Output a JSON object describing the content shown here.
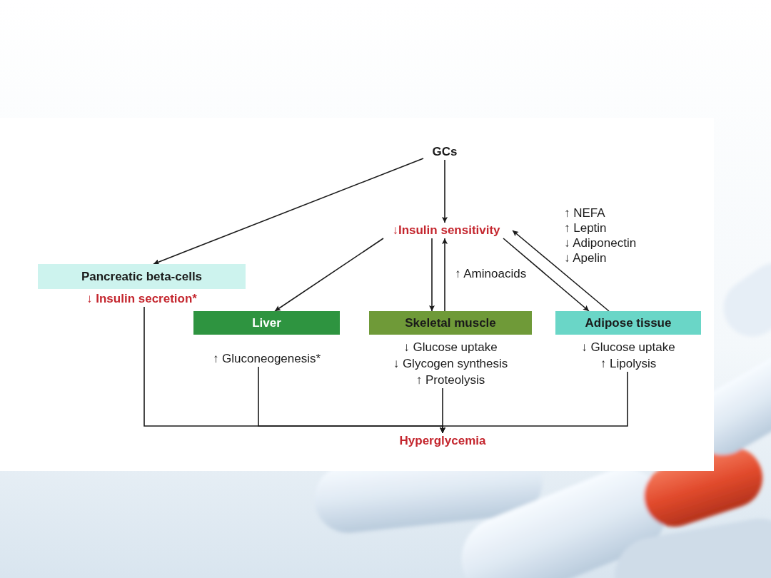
{
  "diagram": {
    "nodes": [
      {
        "text": [
          "GCs"
        ]
      },
      {
        "text": [
          "↓Insulin sensitivity"
        ]
      },
      {
        "text": [
          "Pancreatic beta-cells",
          "↓ Insulin secretion*"
        ]
      },
      {
        "text": [
          "Liver",
          "↑ Gluconeogenesis*"
        ]
      },
      {
        "text": [
          "Skeletal muscle",
          "↓ Glucose uptake",
          "↓ Glycogen synthesis",
          "↑ Proteolysis"
        ]
      },
      {
        "text": [
          "Adipose tissue",
          "↓ Glucose uptake",
          "↑ Lipolysis"
        ]
      },
      {
        "text": [
          "Hyperglycemia"
        ]
      }
    ],
    "edges": [
      {
        "from": 0,
        "to": 2,
        "arrow": "to"
      },
      {
        "from": 0,
        "to": 1,
        "arrow": "to"
      },
      {
        "from": 1,
        "to": 3,
        "arrow": "to"
      },
      {
        "from": 1,
        "to": 4,
        "arrow": "to"
      },
      {
        "from": 4,
        "to": 1,
        "arrow": "to",
        "label": "↑ Aminoacids"
      },
      {
        "from": 1,
        "to": 5,
        "arrow": "to"
      },
      {
        "from": 5,
        "to": 1,
        "arrow": "to"
      },
      {
        "from": 2,
        "to": 6,
        "arrow": "to"
      },
      {
        "from": 3,
        "to": 6,
        "arrow": "to"
      },
      {
        "from": 4,
        "to": 6,
        "arrow": "to"
      },
      {
        "from": 5,
        "to": 6,
        "arrow": "to"
      }
    ],
    "labels": [
      "↑ NEFA",
      "↑ Leptin",
      "↓ Adiponectin",
      "↓ Apelin"
    ]
  }
}
